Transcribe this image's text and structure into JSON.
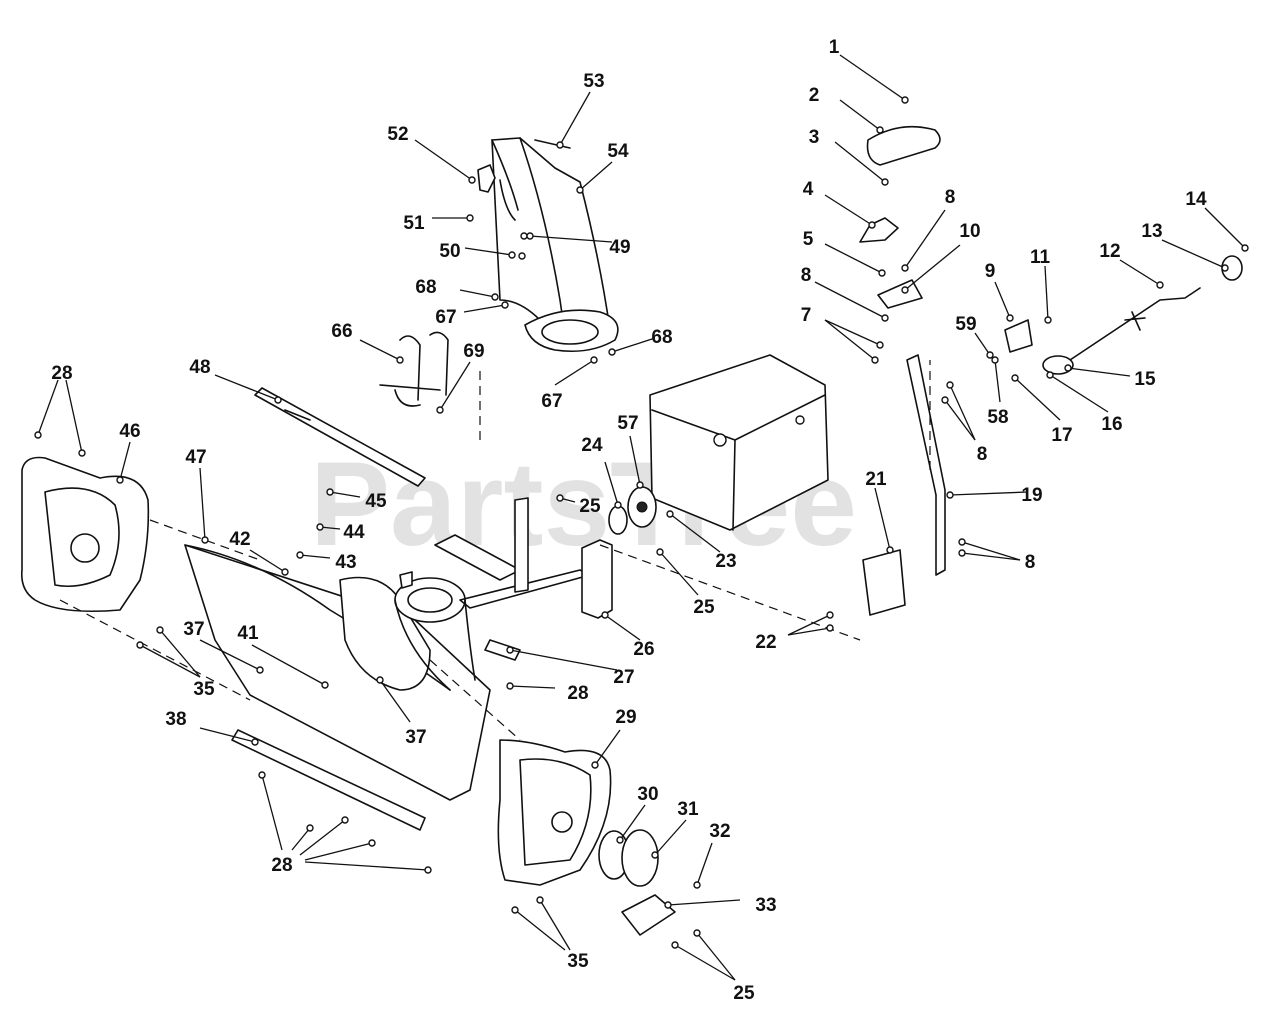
{
  "watermark": "PartsTree",
  "callouts": [
    "1",
    "2",
    "3",
    "4",
    "5",
    "8",
    "10",
    "14",
    "13",
    "12",
    "11",
    "9",
    "8",
    "59",
    "7",
    "58",
    "17",
    "16",
    "15",
    "8",
    "19",
    "8",
    "21",
    "22",
    "53",
    "52",
    "54",
    "51",
    "49",
    "50",
    "68",
    "67",
    "66",
    "69",
    "68",
    "67",
    "48",
    "28",
    "46",
    "47",
    "45",
    "44",
    "43",
    "42",
    "25",
    "24",
    "57",
    "23",
    "25",
    "26",
    "27",
    "37",
    "41",
    "35",
    "37",
    "28",
    "38",
    "29",
    "30",
    "31",
    "32",
    "33",
    "28",
    "35",
    "25"
  ]
}
